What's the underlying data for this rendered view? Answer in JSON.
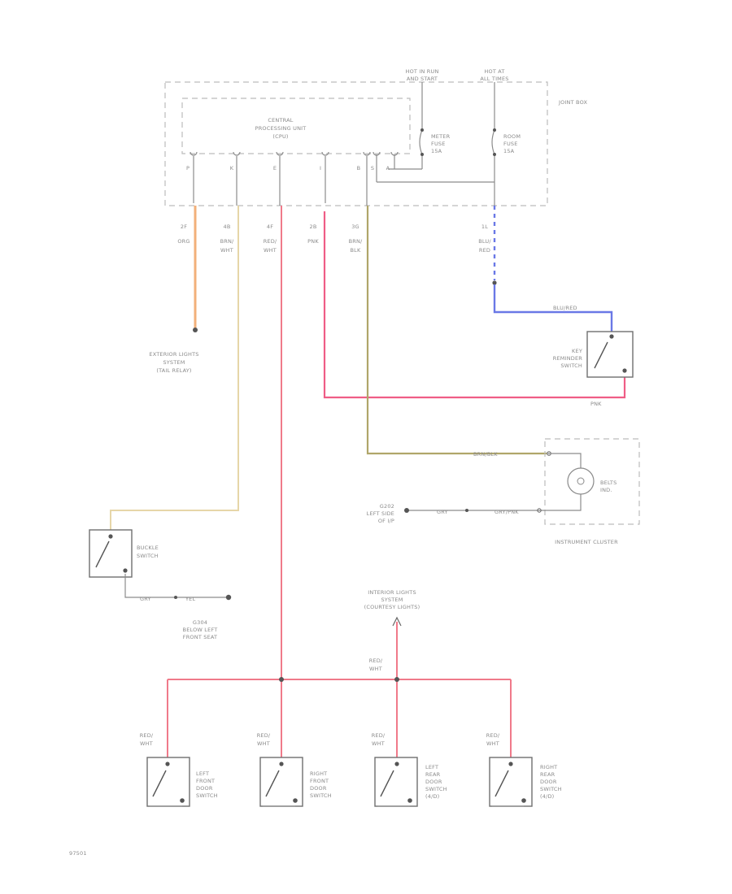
{
  "sources": {
    "hot_run": [
      "HOT IN RUN",
      "AND START"
    ],
    "hot_all": [
      "HOT AT",
      "ALL TIMES"
    ]
  },
  "joint_box": "JOINT BOX",
  "cpu": [
    "CENTRAL",
    "PROCESSING UNIT",
    "(CPU)"
  ],
  "cpu_pins": [
    "P",
    "K",
    "E",
    "I",
    "B",
    "S",
    "A"
  ],
  "fuses": {
    "meter": [
      "METER",
      "FUSE",
      "15A"
    ],
    "room": [
      "ROOM",
      "FUSE",
      "15A"
    ]
  },
  "wires": {
    "p": {
      "pin": "2F",
      "color": [
        "ORG"
      ]
    },
    "k": {
      "pin": "4B",
      "color": [
        "BRN/",
        "WHT"
      ]
    },
    "e": {
      "pin": "4F",
      "color": [
        "RED/",
        "WHT"
      ]
    },
    "i": {
      "pin": "2B",
      "color": [
        "PNK"
      ]
    },
    "b": {
      "pin": "3G",
      "color": [
        "BRN/",
        "BLK"
      ]
    },
    "a": {
      "pin": "1L",
      "color": [
        "BLU/",
        "RED"
      ]
    }
  },
  "blu_red_label": "BLU/RED",
  "pnk_label": "PNK",
  "brn_blk_label": "BRN/BLK",
  "exterior": [
    "EXTERIOR LIGHTS",
    "SYSTEM",
    "(TAIL RELAY)"
  ],
  "key_switch": [
    "KEY",
    "REMINDER",
    "SWITCH"
  ],
  "belts": [
    "BELTS",
    "IND."
  ],
  "instrument_cluster": "INSTRUMENT CLUSTER",
  "g202": [
    "G202",
    "LEFT SIDE",
    "OF I/P"
  ],
  "gry_label": "GRY",
  "gry_pnk_label": "GRY/PNK",
  "buckle": [
    "BUCKLE",
    "SWITCH"
  ],
  "buckle_gnd": {
    "gry": "GRY",
    "yel": "YEL",
    "name": [
      "G304",
      "BELOW LEFT",
      "FRONT SEAT"
    ]
  },
  "interior": [
    "INTERIOR LIGHTS",
    "SYSTEM",
    "(COURTESY LIGHTS)"
  ],
  "bus_color": [
    "RED/",
    "WHT"
  ],
  "doors": [
    {
      "color": [
        "RED/",
        "WHT"
      ],
      "name": [
        "LEFT",
        "FRONT",
        "DOOR",
        "SWITCH"
      ]
    },
    {
      "color": [
        "RED/",
        "WHT"
      ],
      "name": [
        "RIGHT",
        "FRONT",
        "DOOR",
        "SWITCH"
      ]
    },
    {
      "color": [
        "RED/",
        "WHT"
      ],
      "name": [
        "LEFT",
        "REAR",
        "DOOR",
        "SWITCH",
        "(4/D)"
      ]
    },
    {
      "color": [
        "RED/",
        "WHT"
      ],
      "name": [
        "RIGHT",
        "REAR",
        "DOOR",
        "SWITCH",
        "(4/D)"
      ]
    }
  ],
  "figure_id": "97501"
}
